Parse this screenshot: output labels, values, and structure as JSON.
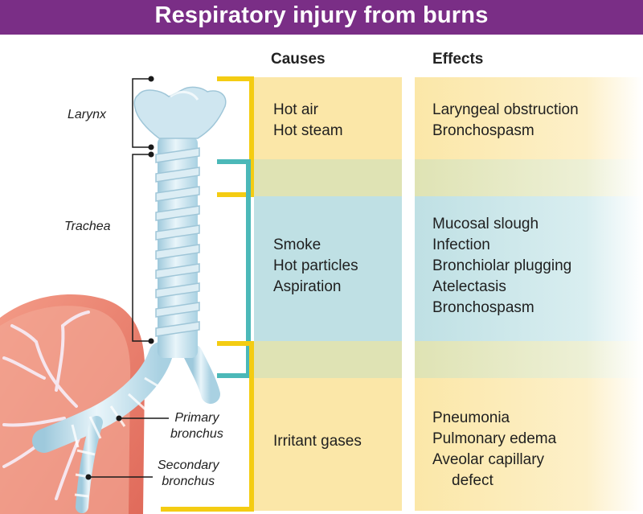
{
  "title": "Respiratory injury from burns",
  "columns": {
    "causes": "Causes",
    "effects": "Effects"
  },
  "rows": [
    {
      "causes": [
        "Hot air",
        "Hot steam"
      ],
      "effects": [
        "Laryngeal obstruction",
        "Bronchospasm"
      ]
    },
    {
      "causes": [
        "Smoke",
        "Hot particles",
        "Aspiration"
      ],
      "effects": [
        "Mucosal slough",
        "Infection",
        "Bronchiolar plugging",
        "Atelectasis",
        "Bronchospasm"
      ]
    },
    {
      "causes": [
        "Irritant gases"
      ],
      "effects": [
        "Pneumonia",
        "Pulmonary edema",
        "Aveolar capillary",
        "defect"
      ]
    }
  ],
  "anatomy": {
    "larynx": "Larynx",
    "trachea": "Trachea",
    "primary_bronchus": [
      "Primary",
      "bronchus"
    ],
    "secondary_bronchus": [
      "Secondary",
      "bronchus"
    ]
  },
  "colors": {
    "banner": "#7a2e86",
    "yellow_band": "#fbe7a8",
    "teal_band": "#bfe0e4",
    "yellow_bracket": "#f4cc12",
    "teal_bracket": "#4bb8b8"
  }
}
